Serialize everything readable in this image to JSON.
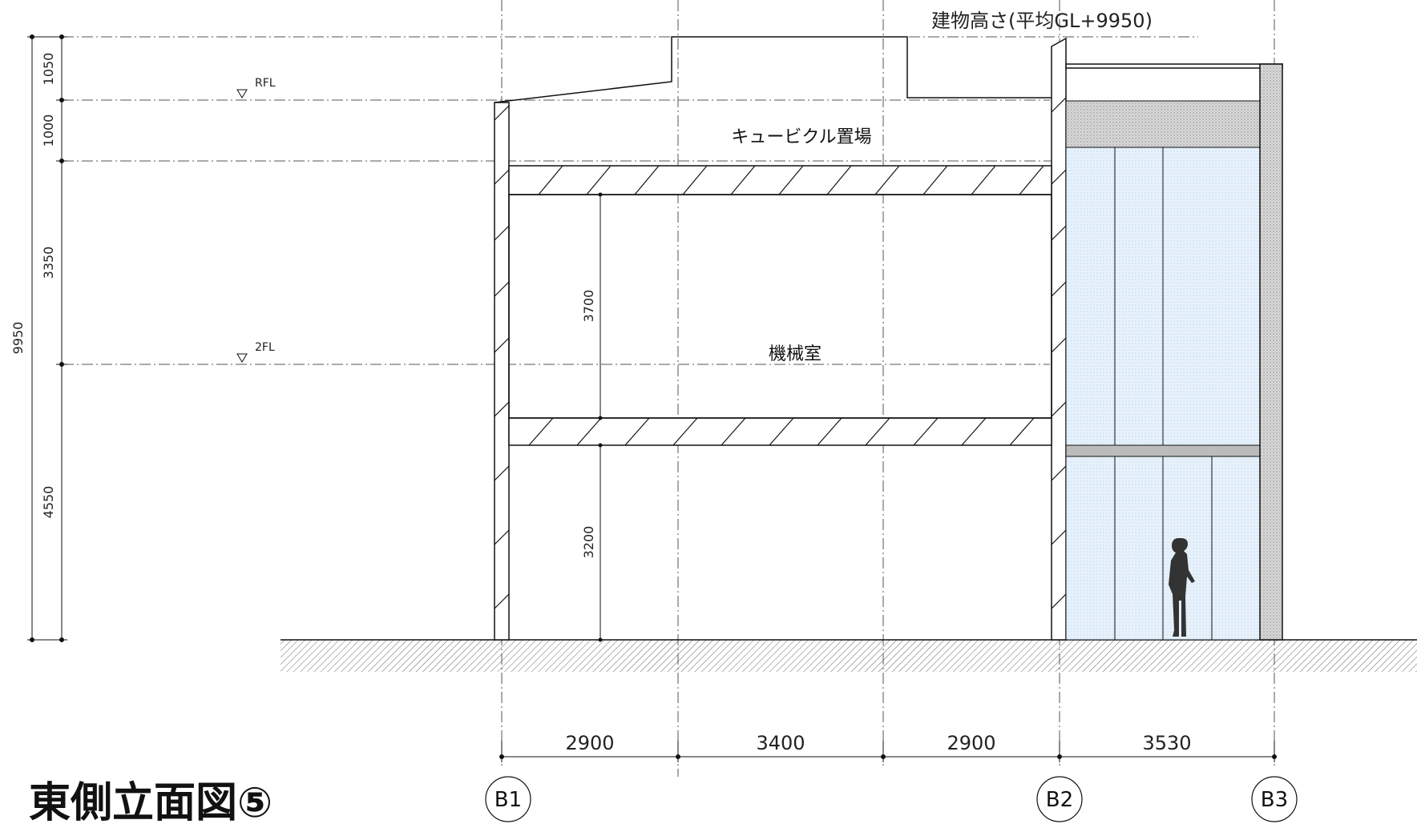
{
  "title": "東側立面図⑤",
  "building_height_note": "建物高さ(平均GL+9950)",
  "rooms": {
    "cubicle": "キュービクル置場",
    "machine": "機械室"
  },
  "levels": {
    "rfl": "RFL",
    "second": "2FL"
  },
  "vertical_dims": {
    "d1050": "1050",
    "d1000": "1000",
    "d3350": "3350",
    "d4550": "4550",
    "total": "9950",
    "inner_upper": "3700",
    "inner_lower": "3200"
  },
  "horizontal_dims": [
    "2900",
    "3400",
    "2900",
    "3530"
  ],
  "grids": [
    "B1",
    "B2",
    "B3"
  ]
}
